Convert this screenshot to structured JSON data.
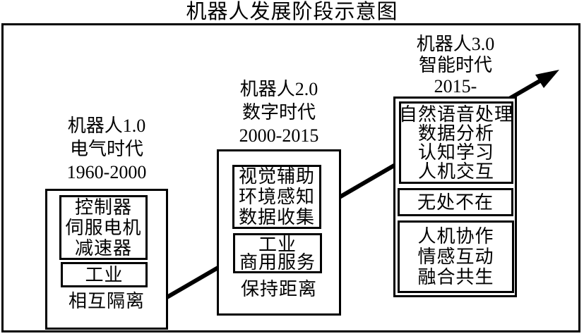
{
  "title": "机器人发展阶段示意图",
  "colors": {
    "background": "#ffffff",
    "line": "#000000",
    "text": "#000000"
  },
  "arrow": {
    "meaning": "development-progress-arrow",
    "color": "#000000"
  },
  "stages": [
    {
      "header": [
        "机器人1.0",
        "电气时代",
        "1960-2000"
      ],
      "boxes": [
        [
          "控制器",
          "伺服电机",
          "减速器"
        ],
        [
          "工业"
        ]
      ],
      "footer": "相互隔离"
    },
    {
      "header": [
        "机器人2.0",
        "数字时代",
        "2000-2015"
      ],
      "boxes": [
        [
          "视觉辅助",
          "环境感知",
          "数据收集"
        ],
        [
          "工业",
          "商用服务"
        ]
      ],
      "footer": "保持距离"
    },
    {
      "header": [
        "机器人3.0",
        "智能时代",
        "2015-"
      ],
      "boxes": [
        [
          "自然语音处理",
          "数据分析",
          "认知学习",
          "人机交互"
        ],
        [
          "无处不在"
        ],
        [
          "人机协作",
          "情感互动",
          "融合共生"
        ]
      ],
      "footer": ""
    }
  ]
}
